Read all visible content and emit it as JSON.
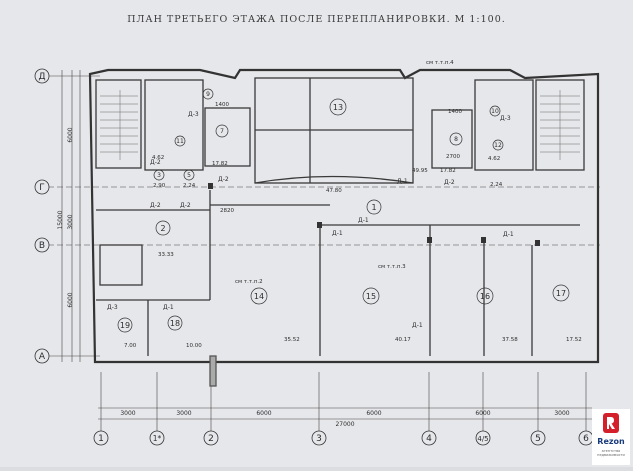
{
  "title": "ПЛАН ТРЕТЬЕГО ЭТАЖА ПОСЛЕ ПЕРЕПЛАНИРОВКИ. М 1:100.",
  "axes": {
    "rows": [
      "Д",
      "Г",
      "В",
      "А"
    ],
    "cols": [
      "1",
      "1*",
      "2",
      "3",
      "4",
      "4/5",
      "5",
      "6"
    ]
  },
  "dims_bottom": [
    "3000",
    "3000",
    "6000",
    "6000",
    "6000",
    "3000"
  ],
  "dim_total": "27000",
  "dims_left": [
    "6000",
    "15000",
    "3000",
    "6000"
  ],
  "rooms": [
    {
      "no": "13"
    },
    {
      "no": "1"
    },
    {
      "no": "2"
    },
    {
      "no": "14"
    },
    {
      "no": "15"
    },
    {
      "no": "16"
    },
    {
      "no": "17"
    },
    {
      "no": "18"
    },
    {
      "no": "19"
    },
    {
      "no": "7"
    },
    {
      "no": "8"
    },
    {
      "no": "3"
    },
    {
      "no": "5"
    },
    {
      "no": "9"
    },
    {
      "no": "10"
    },
    {
      "no": "11"
    },
    {
      "no": "12"
    }
  ],
  "areas": [
    "35.52",
    "40.17",
    "37.58",
    "17.52",
    "10.00",
    "7.00",
    "33.33",
    "49.95",
    "47.80",
    "17.82",
    "17.82",
    "2.90",
    "2.24",
    "2.24",
    "4.62",
    "4.62",
    "2820",
    "2700",
    "1400",
    "1400"
  ],
  "doors": [
    "Д-1",
    "Д-1",
    "Д-1",
    "Д-1",
    "Д-1",
    "Д-1",
    "Д-2",
    "Д-2",
    "Д-2",
    "Д-2",
    "Д-2",
    "Д-3",
    "Д-3",
    "Д-3"
  ],
  "refs": [
    "см т.т.п.4",
    "см т.т.п.3",
    "см т.т.п.2"
  ],
  "logo": {
    "word": "Rezon",
    "sub": "агентство недвижимости"
  },
  "colors": {
    "paper": "#e6e7ea",
    "ink": "#3a3a3a",
    "logo_red": "#d3202a",
    "logo_blue": "#1a3b7a"
  }
}
